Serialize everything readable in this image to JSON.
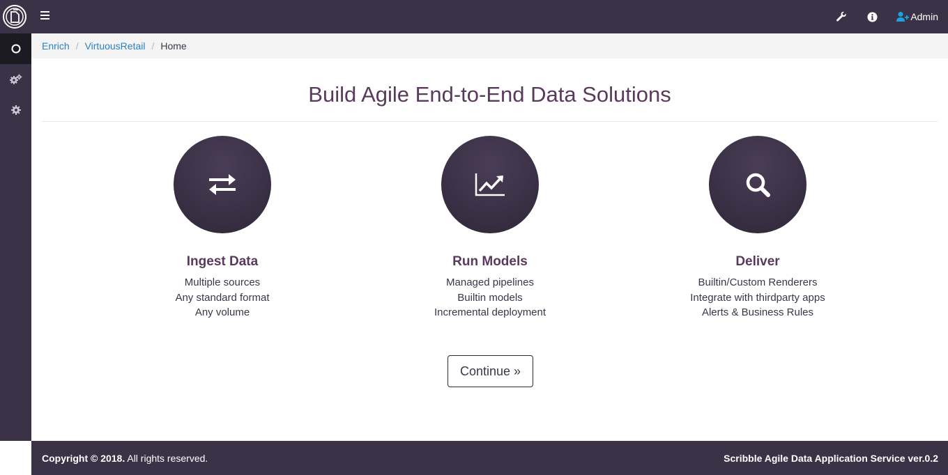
{
  "header": {
    "menu_icon": "hamburger-icon",
    "icons": [
      "wrench-icon",
      "info-icon",
      "user-plus-icon"
    ],
    "admin_label": "Admin",
    "accent": "#1aa3e0"
  },
  "sidebar": {
    "items": [
      {
        "icon": "circle-icon",
        "active": true
      },
      {
        "icon": "cogs-icon",
        "active": false
      },
      {
        "icon": "gear-icon",
        "active": false
      }
    ]
  },
  "breadcrumb": {
    "items": [
      "Enrich",
      "VirtuousRetail"
    ],
    "current": "Home",
    "separator": "/"
  },
  "main": {
    "title": "Build Agile End-to-End Data Solutions",
    "features": [
      {
        "icon": "exchange-arrows-icon",
        "title": "Ingest Data",
        "lines": [
          "Multiple sources",
          "Any standard format",
          "Any volume"
        ]
      },
      {
        "icon": "line-chart-icon",
        "title": "Run Models",
        "lines": [
          "Managed pipelines",
          "Builtin models",
          "Incremental deployment"
        ]
      },
      {
        "icon": "search-icon",
        "title": "Deliver",
        "lines": [
          "Builtin/Custom Renderers",
          "Integrate with thirdparty apps",
          "Alerts & Business Rules"
        ]
      }
    ],
    "continue_label": "Continue »"
  },
  "footer": {
    "copyright_bold": "Copyright © 2018.",
    "copyright_rest": " All rights reserved.",
    "service": "Scribble Agile Data Application Service ver.0.2"
  }
}
